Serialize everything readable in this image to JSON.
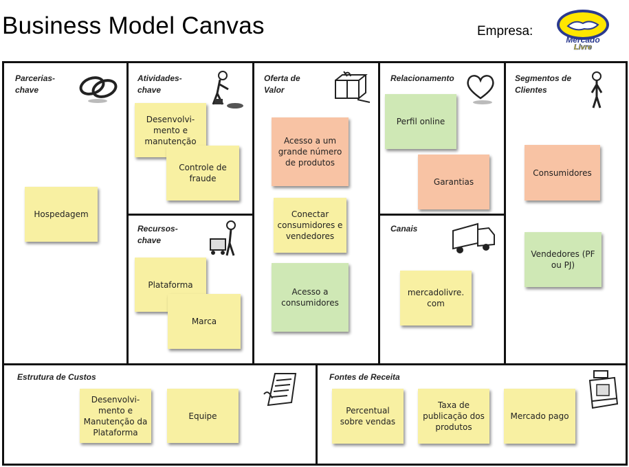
{
  "header": {
    "title": "Business Model Canvas",
    "company_label": "Empresa:",
    "logo_line1": "Mercado",
    "logo_line2": "Livre"
  },
  "colors": {
    "yellow_note": "#f8f0a2",
    "red_note": "#f8c3a4",
    "green_note": "#cfe8b5",
    "border": "#111111"
  },
  "blocks": {
    "parcerias": {
      "title_l1": "Parcerias-",
      "title_l2": "chave",
      "icon": "chain-links-icon",
      "notes": [
        "Hospedagem"
      ]
    },
    "atividades": {
      "title_l1": "Atividades-",
      "title_l2": "chave",
      "icon": "worker-icon",
      "notes": [
        "Desenvolvi- mento e manutenção",
        "Controle de fraude"
      ]
    },
    "recursos": {
      "title_l1": "Recursos-",
      "title_l2": "chave",
      "icon": "resources-worker-icon",
      "notes": [
        "Plataforma",
        "Marca"
      ]
    },
    "oferta": {
      "title_l1": "Oferta de",
      "title_l2": "Valor",
      "icon": "gift-box-icon",
      "notes": [
        "Acesso a um grande número de produtos",
        "Conectar consumidores e vendedores",
        "Acesso a consumidores"
      ]
    },
    "relacionamento": {
      "title_l1": "Relacionamento",
      "icon": "heart-icon",
      "notes": [
        "Perfil online",
        "Garantias"
      ]
    },
    "canais": {
      "title_l1": "Canais",
      "icon": "truck-icon",
      "notes": [
        "mercadolivre. com"
      ]
    },
    "segmentos": {
      "title_l1": "Segmentos de",
      "title_l2": "Clientes",
      "icon": "person-icon",
      "notes": [
        "Consumidores",
        "Vendedores (PF ou PJ)"
      ]
    },
    "custos": {
      "title_l1": "Estrutura de Custos",
      "icon": "receipt-icon",
      "notes": [
        "Desenvolvi- mento e Manutenção da Plataforma",
        "Equipe"
      ]
    },
    "receitas": {
      "title_l1": "Fontes de Receita",
      "icon": "cash-register-icon",
      "notes": [
        "Percentual sobre vendas",
        "Taxa de publicação dos produtos",
        "Mercado pago"
      ]
    }
  }
}
